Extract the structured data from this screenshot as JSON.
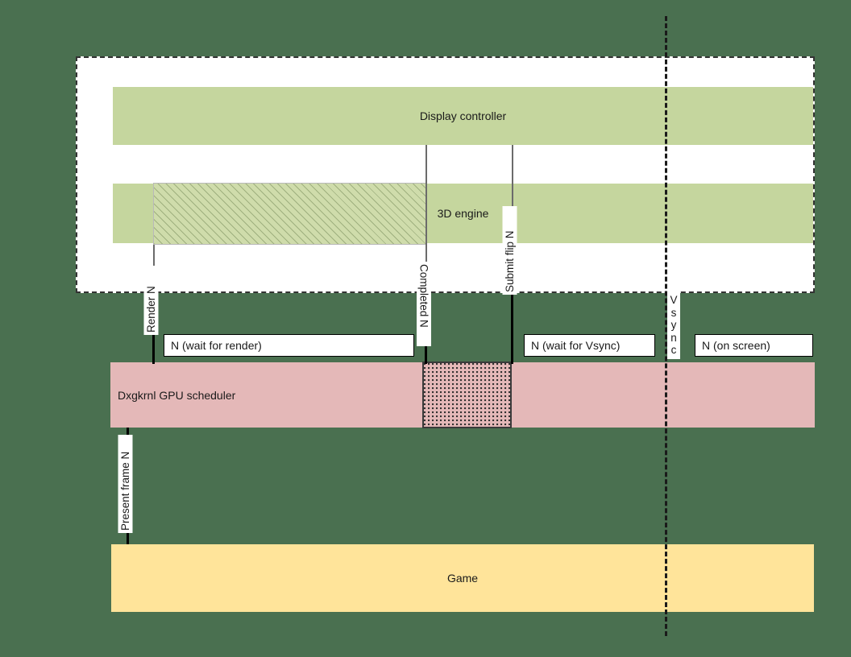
{
  "diagram": {
    "title_present": false,
    "background_color": "#4a7050",
    "colors": {
      "gpu_lane": "#c5d69e",
      "scheduler_lane": "#e4b8b8",
      "game_lane": "#ffe49a",
      "white_box": "#ffffff",
      "line": "#1a1a1a"
    }
  },
  "gpu_container": {
    "name": "GPU boundary (dashed)"
  },
  "lanes": [
    {
      "id": "display-controller",
      "label": "Display controller"
    },
    {
      "id": "three-d-engine",
      "label": "3D engine"
    },
    {
      "id": "dxgkrnl-gpu-scheduler",
      "label": "Dxgkrnl GPU scheduler"
    },
    {
      "id": "game",
      "label": "Game"
    }
  ],
  "blocks": {
    "render_work": {
      "label": "",
      "pattern": "diagonal-hatch"
    },
    "scheduler_work": {
      "label": "",
      "pattern": "dotted-stipple"
    }
  },
  "callouts": [
    {
      "id": "render-n",
      "label": "Render N",
      "orientation": "bottom-to-top"
    },
    {
      "id": "completed-n",
      "label": "Completed N",
      "orientation": "top-to-bottom"
    },
    {
      "id": "submit-flip-n",
      "label": "Submit flip N",
      "orientation": "bottom-to-top"
    },
    {
      "id": "present-frame-n",
      "label": "Present frame N",
      "orientation": "bottom-to-top"
    }
  ],
  "vsync": {
    "label": "Vsync",
    "letters": [
      "V",
      "s",
      "y",
      "n",
      "c"
    ],
    "orientation": "stacked-letters"
  },
  "state_boxes": [
    {
      "id": "wait-for-render",
      "label": "N (wait for render)"
    },
    {
      "id": "wait-for-vsync",
      "label": "N (wait for Vsync)"
    },
    {
      "id": "on-screen",
      "label": "N (on screen)"
    }
  ]
}
